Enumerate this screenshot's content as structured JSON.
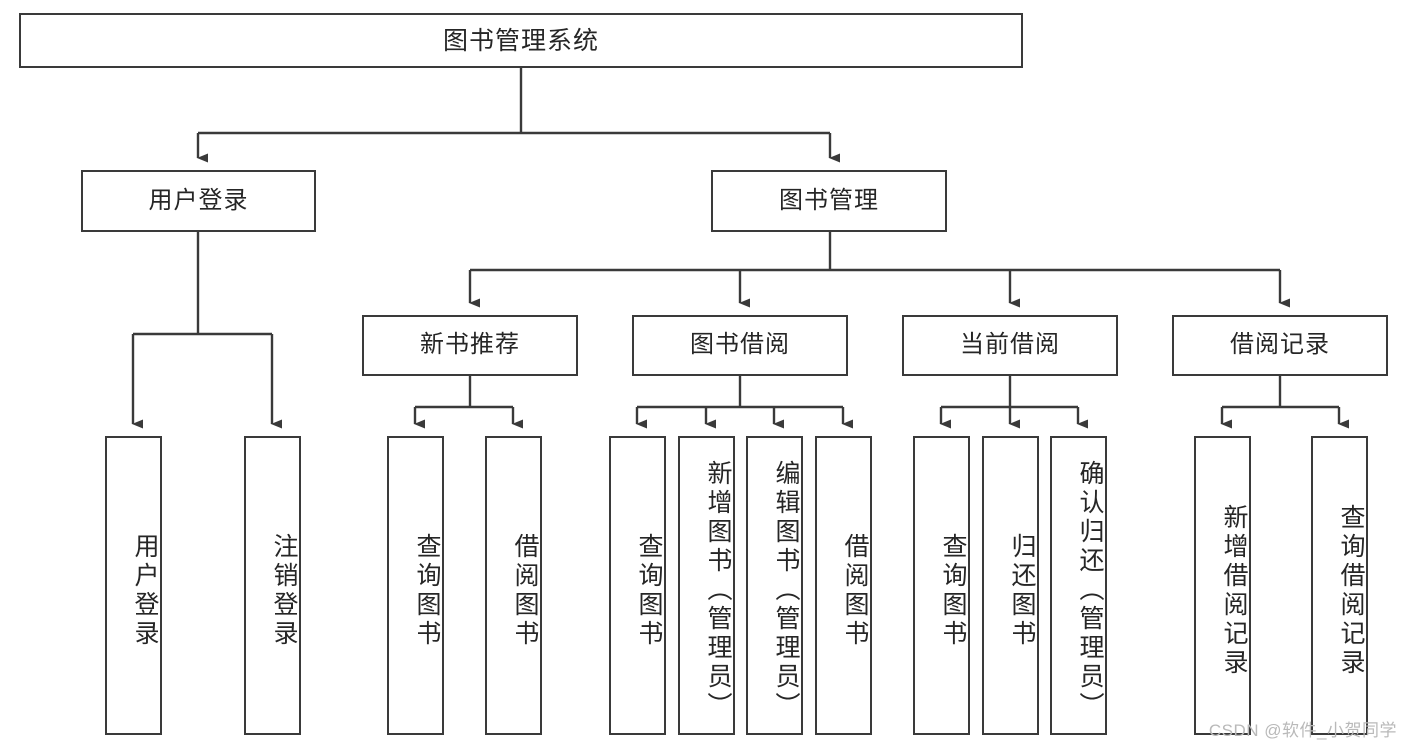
{
  "diagram": {
    "title": "图书管理系统",
    "type": "tree-hierarchy-chart",
    "watermark": "CSDN @软件_小贺同学",
    "colors": {
      "stroke": "#3a3a3a",
      "fill": "#ffffff",
      "text": "#262626",
      "watermark": "#b9b9b9"
    },
    "root": {
      "label": "图书管理系统"
    },
    "level2": [
      {
        "label": "用户登录"
      },
      {
        "label": "图书管理"
      }
    ],
    "level3": [
      {
        "label": "新书推荐"
      },
      {
        "label": "图书借阅"
      },
      {
        "label": "当前借阅"
      },
      {
        "label": "借阅记录"
      }
    ],
    "leaves": {
      "user_login": [
        {
          "label": "用户登录"
        },
        {
          "label": "注销登录"
        }
      ],
      "new_book_recommend": [
        {
          "label": "查询图书"
        },
        {
          "label": "借阅图书"
        }
      ],
      "book_borrow": [
        {
          "label": "查询图书"
        },
        {
          "label": "新增图书（管理员）"
        },
        {
          "label": "编辑图书（管理员）"
        },
        {
          "label": "借阅图书"
        }
      ],
      "current_borrow": [
        {
          "label": "查询图书"
        },
        {
          "label": "归还图书"
        },
        {
          "label": "确认归还（管理员）"
        }
      ],
      "borrow_record": [
        {
          "label": "新增借阅记录"
        },
        {
          "label": "查询借阅记录"
        }
      ]
    }
  }
}
